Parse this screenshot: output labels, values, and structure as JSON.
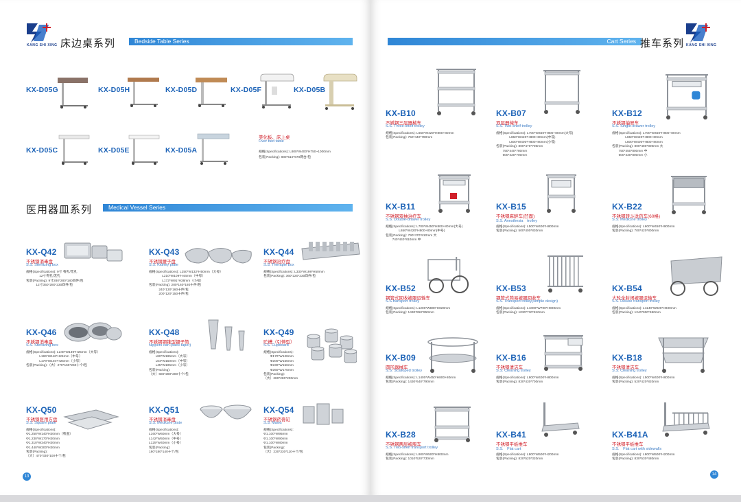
{
  "left_page": {
    "brand_sub": "KANG SHI XING",
    "section1": {
      "title_cn": "床边桌系列",
      "title_en": "Bedside Table Series",
      "row1": [
        "KX-D05G",
        "KX-D05H",
        "KX-D05D",
        "KX-D05F",
        "KX-D05B"
      ],
      "row2": [
        "KX-D05C",
        "KX-D05E",
        "KX-D05A"
      ],
      "note_cn": "美化板、床上桌",
      "note_en": "Over bed table",
      "spec1": "规格(Specifications): L800*W400*H750~1000mm",
      "spec2": "包装(Packing): 880*510*670两台/包"
    },
    "section2": {
      "title_cn": "医用器皿系列",
      "title_en": "Medical Vessel Series",
      "items": [
        {
          "code": "KX-Q42",
          "cn": "不锈钢消毒盘",
          "en": "S.S. Sterilizing box",
          "spec": [
            "规格(Specifications): 9寸 有孔/无孔",
            "　　　　12寸有孔/无孔",
            "包装(Packing): 9寸280*280*180四件/包",
            "　　　12寸350*280*230四件/包"
          ]
        },
        {
          "code": "KX-Q43",
          "cn": "不锈钢腰子盘",
          "en": "S.S. Kidney plate",
          "spec": [
            "规格(Specifications): L250*W132*H50mm（大号）",
            "　　　　L210*W109*H44mm（中号）",
            "　　　　L172*W91*H38mm（小号）",
            "包装(Packing): 280*160*180十件/包",
            "　　　240*130*160十件/包",
            "　　　200*120*150十件/包"
          ]
        },
        {
          "code": "KX-Q44",
          "cn": "不锈钢治疗盘",
          "en": "S.S. Therapie box",
          "spec": [
            "规格(Specifications): L330*W198*H50mm",
            "包装(Packing): 360*220*230四件/包"
          ]
        },
        {
          "code": "KX-Q46",
          "cn": "不锈钢消毒盘",
          "en": "S.S. Sterilizing box",
          "spec": [
            "规格(Specifications): L240*W139*H25mm（大号）",
            "　　　　L196*W116*H25mm（中号）",
            "　　　　L178*W104*H25mm（小号）",
            "包装(Packing):（大）270*160*260十个/包"
          ]
        },
        {
          "code": "KX-Q48",
          "cn": "不锈钢钢锥型镊子筒",
          "en": "Nippers can (back taper)",
          "spec": [
            "规格(Specifications):",
            "　　L80*W195mm（大号）",
            "　　L64*W150mm（中号）",
            "　　L45*W105mm（小号）",
            "包装(Packing):",
            "（大）680*280*200十个/包"
          ]
        },
        {
          "code": "KX-Q49",
          "cn": "贮槽（引伸型）",
          "en": "S.S. Cupboard",
          "spec": [
            "规格(Specifications):",
            "　　Φ170*W128mm",
            "　　Φ200*W156mm",
            "　　Φ230*W156mm",
            "　　Φ260*W175mm",
            "包装(Packing):",
            "（大）280*280*200mm"
          ]
        },
        {
          "code": "KX-Q50",
          "cn": "不锈钢医用方盘",
          "en": "S.S. Square plate",
          "spec": [
            "规格(Specifications):",
            "Φ1.250*W140*H30mm（有盖）",
            "Φ1.230*W170*H30mm",
            "Φ1.310*W240*H30mm",
            "Φ1.440*W300*H30mm",
            "包装(Packing):",
            "（大）470*330*100十个/包"
          ]
        },
        {
          "code": "KX-Q51",
          "cn": "不锈钢消毒盘",
          "en": "S.S. Medicine plate",
          "spec": [
            "规格(Specifications):",
            "L160*W60mm（大号）",
            "L142*W50mm（中号）",
            "L125*W40mm（小号）",
            "包装(Packing):",
            "180*180*140十个/包"
          ]
        },
        {
          "code": "KX-Q54",
          "cn": "不锈钢药膏缸",
          "en": "S.S. Maws",
          "spec": [
            "规格(Specifications):",
            "Φ1.100*W95mm",
            "Φ1.100*W90mm",
            "Φ1.100*W80mm",
            "包装(Packing):",
            "（大）230*330*110十个/包"
          ]
        }
      ]
    },
    "page_number": "13"
  },
  "right_page": {
    "title_cn": "推车系列",
    "title_en": "Cart Series",
    "items": [
      {
        "code": "KX-B10",
        "cn": "不锈钢三层器械车",
        "en": "S.S. Three-shelf trolley",
        "spec": [
          "规格(Specifications): L650*W420*H800+80mm",
          "包装(Packing): 750*440*780mm"
        ]
      },
      {
        "code": "KX-B07",
        "cn": "双层器械车",
        "en": "S.S. Two-shelf trolley",
        "spec": [
          "规格(Specifications): L700*W450*H800+80mm(大号)",
          "　　　　L650*W420*H800+80mm(中号)",
          "　　　　L500*W400*H800+80mm(小号)",
          "包装(Packing): 800*470*700mm",
          "　　750*440*780mm",
          "　　600*420*700mm"
        ]
      },
      {
        "code": "KX-B12",
        "cn": "不锈钢抽屉车",
        "en": "S.S. Single-drawer trolley",
        "spec": [
          "规格(Specifications): L700*W450*H800+80mm",
          "　　　　L650*W420*H800+80mm",
          "　　　　L500*W400*H800+80mm",
          "包装(Packing): 800*480*800mm 大",
          "　　750*450*800mm 中",
          "　　600*430*800mm 小"
        ]
      },
      {
        "code": "KX-B11",
        "cn": "不锈钢双抽治疗车",
        "en": "S.S. Double-drawer trolley",
        "spec": [
          "规格(Specifications): L700*W450*H800+80mm(大号)",
          "　　　　L650*W420*H800+80mm(中号)",
          "包装(Packing): 790*470*810mm 大",
          "　　740*440*810mm 中"
        ]
      },
      {
        "code": "KX-B15",
        "cn": "不锈钢麻醉车(凹面)",
        "en": "S.S. Anesthesia　trolley",
        "spec": [
          "规格(Specifications): L500*W400*H800mm",
          "包装(Packing): 500*400*830mm"
        ]
      },
      {
        "code": "KX-B22",
        "cn": "不锈钢转斗送药车(60格)",
        "en": "S.S. Medicine trolley",
        "spec": [
          "规格(Specifications): L600*W450*H900mm",
          "包装(Packing): 700*420*800mm"
        ]
      },
      {
        "code": "KX-B52",
        "cn": "钢管式回收被服运输车",
        "en": "S.S.transport trolley",
        "spec": [
          "规格(Specifications): L1200*W800*H820mm",
          "包装(Packing): 1430*850*950mm"
        ]
      },
      {
        "code": "KX-B53",
        "cn": "钢管式简易被服回收车",
        "en": "S.S. Transport trolley(simple design)",
        "spec": [
          "规格(Specifications): L1000*W700*H900mm",
          "包装(Packing): 1030*730*810mm"
        ]
      },
      {
        "code": "KX-B54",
        "cn": "大轮全封闭被服运输车",
        "en": "S.S. Deluxe transport trolley",
        "spec": [
          "规格(Specifications): L1140*W820*H930mm",
          "包装(Packing): 1240*900*950mm"
        ]
      },
      {
        "code": "KX-B09",
        "cn": "圆形器械车",
        "en": "S.S. Scalloped trolley",
        "spec": [
          "规格(Specifications): L1400*W450*H800+80mm",
          "包装(Packing): 1430*640*790mm"
        ]
      },
      {
        "code": "KX-B16",
        "cn": "不锈钢清洁车",
        "en": "S.S. Cleaning trolley",
        "spec": [
          "规格(Specifications): L800*W400*H800mm",
          "包装(Packing): 830*430*700mm"
        ]
      },
      {
        "code": "KX-B18",
        "cn": "不锈钢清洁车",
        "en": "S.S. Cleaning trolley",
        "spec": [
          "规格(Specifications): L500*W400*H800mm",
          "包装(Packing): 520*420*820mm"
        ]
      },
      {
        "code": "KX-B28",
        "cn": "不锈钢两层被服车",
        "en": "S.S. Two-shelf transport trolley",
        "spec": [
          "规格(Specifications): L900*W500*H800mm",
          "包装(Packing): 1010*520*730mm"
        ]
      },
      {
        "code": "KX-B41",
        "cn": "不锈钢平板推车",
        "en": "S.S.　Flat cart",
        "spec": [
          "规格(Specifications): L800*W500*H200mm",
          "包装(Packing): 820*520*320mm"
        ]
      },
      {
        "code": "KX-B41A",
        "cn": "不锈钢平板推车",
        "en": "S.S.　Flat cart with sidewalls",
        "spec": [
          "规格(Specifications): L800*W500*H200mm",
          "包装(Packing): 830*530*480mm"
        ]
      }
    ],
    "page_number": "14"
  }
}
